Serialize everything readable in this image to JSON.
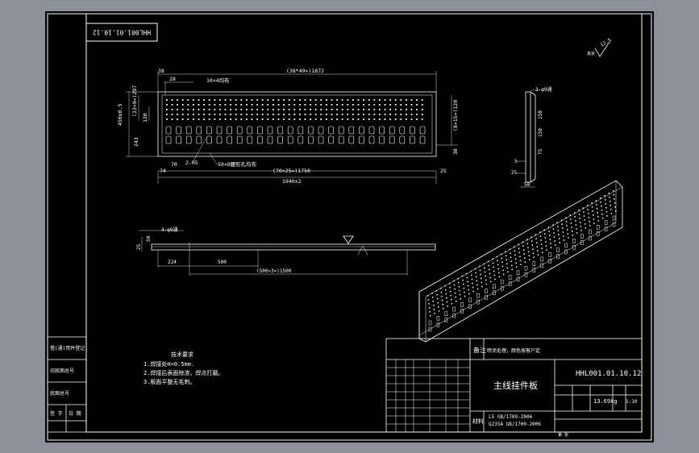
{
  "colors": {
    "background": "#8b9099",
    "sheet": "#000000",
    "line": "#ffffff",
    "dim": "#d8d8d8"
  },
  "drawing": {
    "stamp_code": "HHL001.01.10.12",
    "roughness": "12.5",
    "roughness_note": "其余",
    "part_name": "主线挂件板",
    "part_number": "HHL001.01.10.12",
    "weight": "13.69kg",
    "scale": "1:10",
    "material_line1": "L5    GB/1709-2006",
    "material_line2": "Q235A  GB/1700-2006",
    "remark_label": "备注",
    "remark_text": "喷涂处理，颜色按客户定",
    "tech_title": "技术要求",
    "tech_notes": [
      "1.焊接处H=0.5mm.",
      "2.焊接后表面除渣，焊点打磨。",
      "3.板面平整无毛刺。"
    ],
    "side_labels": [
      "借(通)用件登记",
      "旧底图总号",
      "底图总号",
      "签 字",
      "日 期"
    ],
    "sheet_note": "第 张",
    "material_label": "材料"
  },
  "dims": {
    "top_total": "(38*49=)1872",
    "left_offset": "38",
    "hole_start": "28",
    "hole_spec": "10×4均布",
    "height_total": "450±0.5",
    "height_holes": "(33×9=)297",
    "height_upper": "120",
    "height_mid": "243",
    "height_right": "(8×15=)120",
    "small_right": "30",
    "bottom_left": "70",
    "slot_spec": "2-R5",
    "slot_note": "50×8腰形孔均布",
    "bottom_mid": "(70×25=)1750",
    "bottom_left_small": "74",
    "bottom_right": "25",
    "overall_length": "1940±2",
    "side_holes": "3-φ9通",
    "side_150a": "150",
    "side_150b": "150",
    "side_75": "75",
    "side_5": "5",
    "side_25": "25",
    "side_50": "50",
    "front_holes": "4-φ9通",
    "front_50": "50",
    "front_25": "25",
    "front_224": "224",
    "front_500": "500",
    "front_1500": "(500×3=)1500"
  }
}
